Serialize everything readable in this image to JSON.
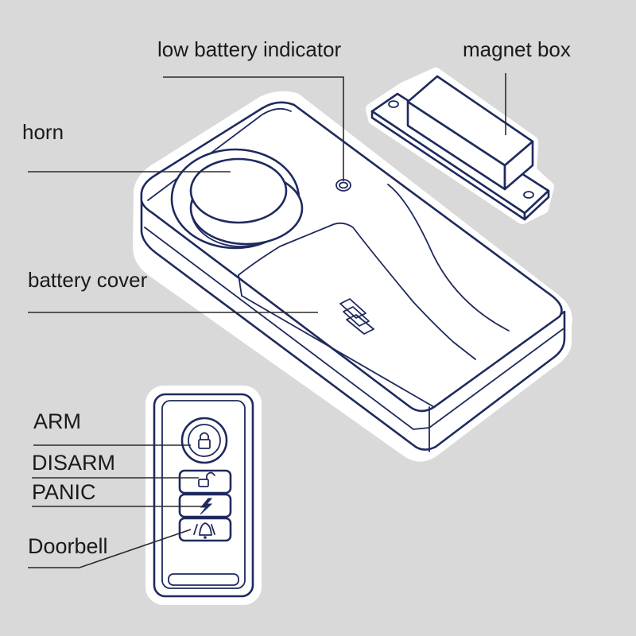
{
  "labels": {
    "low_battery": "low battery indicator",
    "magnet_box": "magnet box",
    "horn": "horn",
    "battery_cover": "battery cover",
    "arm": "ARM",
    "disarm": "DISARM",
    "panic": "PANIC",
    "doorbell": "Doorbell"
  },
  "colors": {
    "background": "#d9d9d9",
    "outline": "#1f2a5e",
    "leader_line": "#2b2b2b"
  },
  "icons": [
    "lock-icon",
    "unlock-icon",
    "lightning-icon",
    "bell-icon"
  ]
}
